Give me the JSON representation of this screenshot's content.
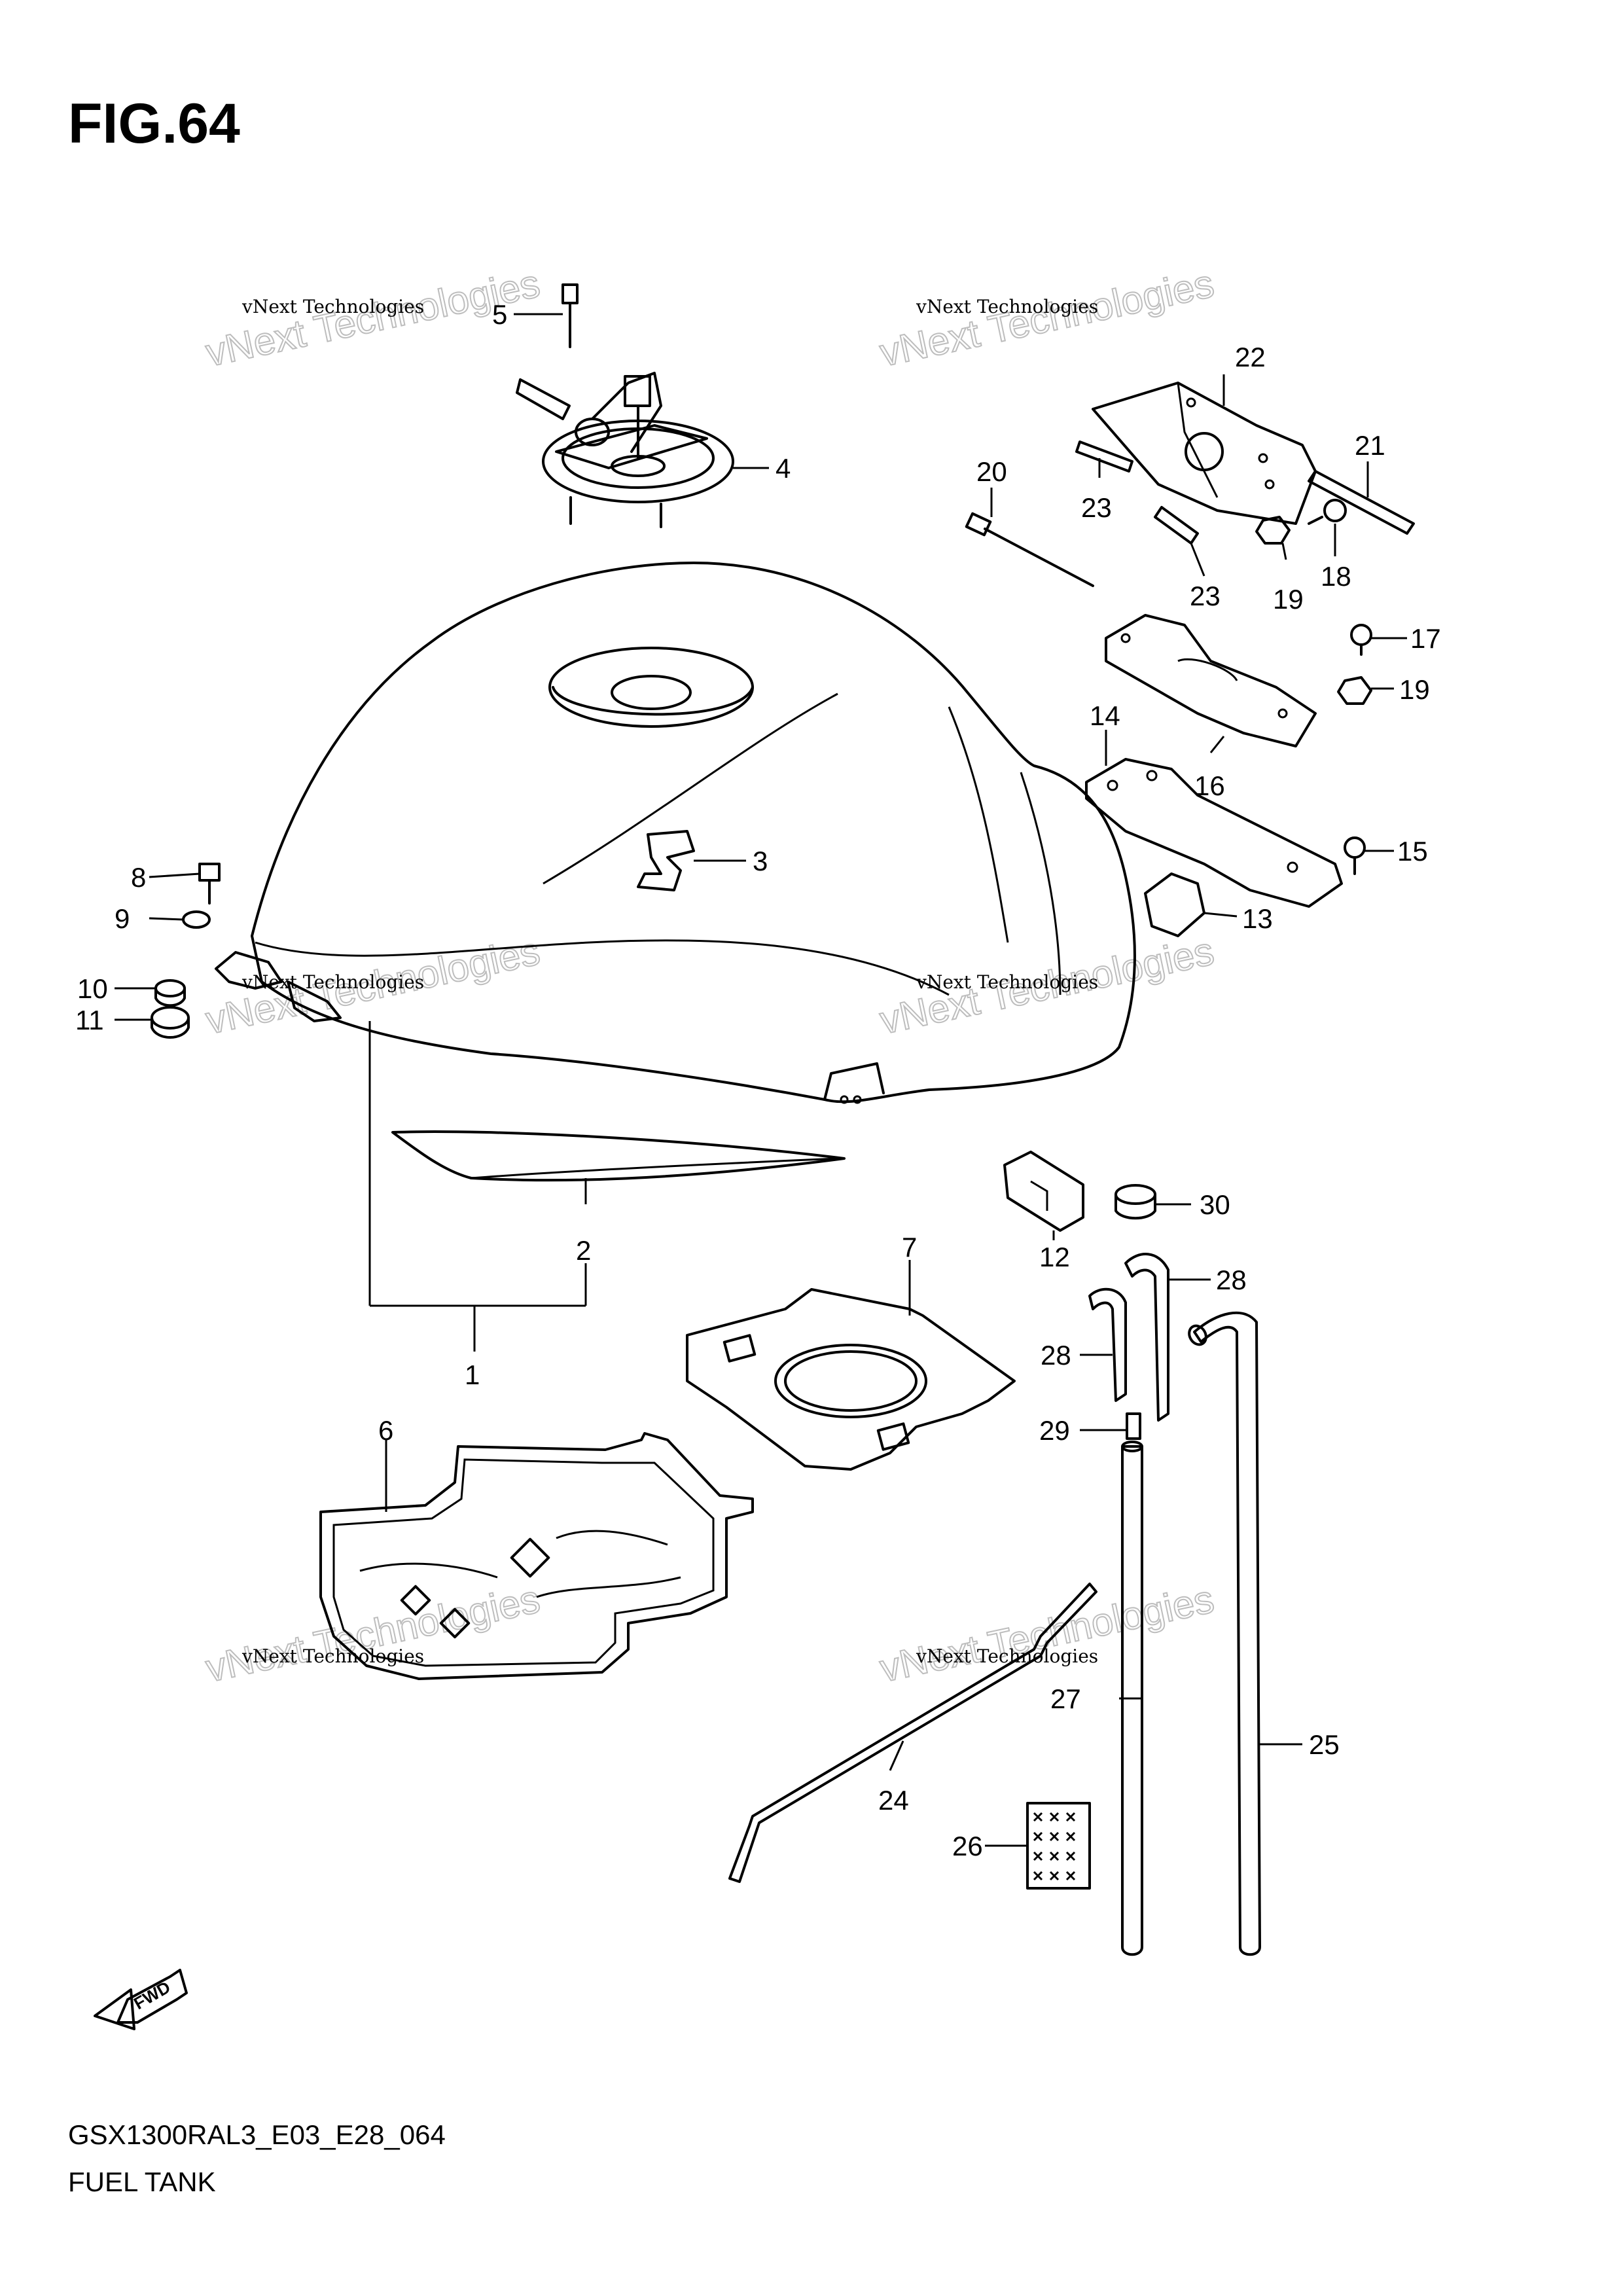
{
  "figure": {
    "title": "FIG.64",
    "code": "GSX1300RAL3_E03_E28_064",
    "name": "FUEL TANK"
  },
  "watermark": {
    "line1": "vNext Technologies",
    "line2": "vNext Technologies"
  },
  "callouts": [
    "1",
    "2",
    "3",
    "4",
    "5",
    "6",
    "7",
    "8",
    "9",
    "10",
    "11",
    "12",
    "13",
    "14",
    "15",
    "16",
    "17",
    "18",
    "19",
    "19",
    "20",
    "21",
    "22",
    "23",
    "23",
    "24",
    "25",
    "26",
    "27",
    "28",
    "28",
    "29",
    "30"
  ],
  "fwd_label": "FWD"
}
